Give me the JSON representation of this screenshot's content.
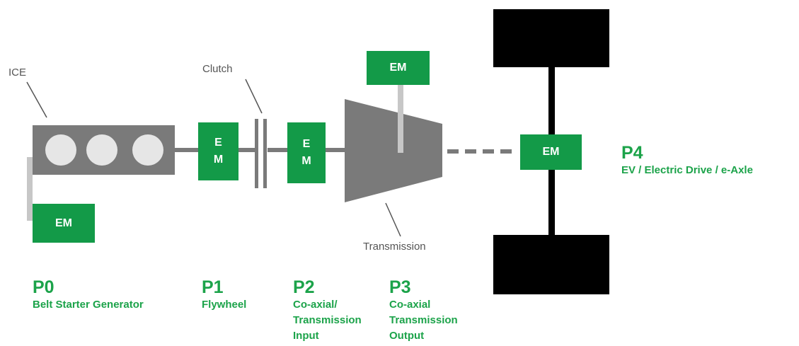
{
  "diagram": {
    "labels": {
      "ice": "ICE",
      "clutch": "Clutch",
      "transmission": "Transmission"
    },
    "motors": {
      "p0": "EM",
      "p1_line1": "E",
      "p1_line2": "M",
      "p2_line1": "E",
      "p2_line2": "M",
      "p3": "EM",
      "p4": "EM"
    },
    "positions": [
      {
        "code": "P0",
        "desc": "Belt Starter Generator"
      },
      {
        "code": "P1",
        "desc": "Flywheel"
      },
      {
        "code": "P2",
        "desc": "Co-axial/\nTransmission\nInput"
      },
      {
        "code": "P3",
        "desc": "Co-axial\nTransmission\nOutput"
      },
      {
        "code": "P4",
        "desc": "EV / Electric Drive / e-Axle"
      }
    ],
    "colors": {
      "motor_green": "#139a48",
      "label_green": "#1ca34a",
      "engine_gray": "#7a7a7a",
      "cylinder": "#e6e6e6",
      "wheel": "#000000"
    }
  }
}
